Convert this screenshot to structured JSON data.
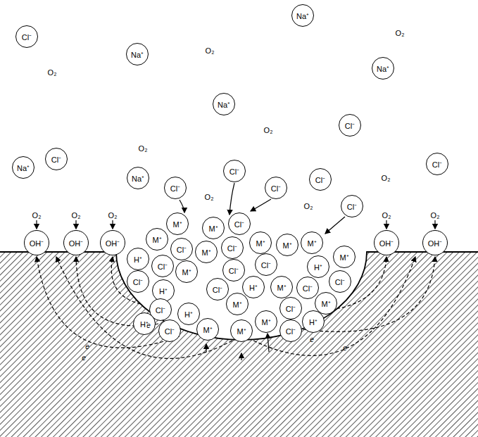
{
  "diagram": {
    "nodes": [
      {
        "text": [
          "Na⁺"
        ]
      },
      {
        "text": [
          "Cl⁻"
        ]
      },
      {
        "text": [
          "Na⁺"
        ]
      },
      {
        "text": [
          "Na⁺"
        ]
      },
      {
        "text": [
          "Na⁺"
        ]
      },
      {
        "text": [
          "Cl⁻"
        ]
      },
      {
        "text": [
          "Cl⁻"
        ]
      },
      {
        "text": [
          "Cl⁻"
        ]
      },
      {
        "text": [
          "Na⁺"
        ]
      },
      {
        "text": [
          "Na⁺"
        ]
      },
      {
        "text": [
          "Cl⁻"
        ]
      },
      {
        "text": [
          "Cl⁻"
        ]
      },
      {
        "text": [
          "Cl⁻"
        ]
      },
      {
        "text": [
          "Cl⁻"
        ]
      },
      {
        "text": [
          "Cl⁻"
        ]
      },
      {
        "text": [
          "OH⁻"
        ]
      },
      {
        "text": [
          "OH⁻"
        ]
      },
      {
        "text": [
          "OH⁻"
        ]
      },
      {
        "text": [
          "OH⁻"
        ]
      },
      {
        "text": [
          "OH⁻"
        ]
      },
      {
        "text": [
          "M⁺"
        ]
      },
      {
        "text": [
          "M⁺"
        ]
      },
      {
        "text": [
          "Cl⁻"
        ]
      },
      {
        "text": [
          "M⁺"
        ]
      },
      {
        "text": [
          "Cl⁻"
        ]
      },
      {
        "text": [
          "M⁺"
        ]
      },
      {
        "text": [
          "Cl⁻"
        ]
      },
      {
        "text": [
          "M⁺"
        ]
      },
      {
        "text": [
          "M⁺"
        ]
      },
      {
        "text": [
          "M⁺"
        ]
      },
      {
        "text": [
          "M⁺"
        ]
      },
      {
        "text": [
          "H⁺"
        ]
      },
      {
        "text": [
          "Cl⁻"
        ]
      },
      {
        "text": [
          "M⁺"
        ]
      },
      {
        "text": [
          "Cl⁻"
        ]
      },
      {
        "text": [
          "Cl⁻"
        ]
      },
      {
        "text": [
          "H⁺"
        ]
      },
      {
        "text": [
          "Cl⁻"
        ]
      },
      {
        "text": [
          "H⁺"
        ]
      },
      {
        "text": [
          "Cl⁻"
        ]
      },
      {
        "text": [
          "H⁺"
        ]
      },
      {
        "text": [
          "M⁺"
        ]
      },
      {
        "text": [
          "Cl⁻"
        ]
      },
      {
        "text": [
          "Cl⁻"
        ]
      },
      {
        "text": [
          "Cl⁻"
        ]
      },
      {
        "text": [
          "H⁺"
        ]
      },
      {
        "text": [
          "M⁺"
        ]
      },
      {
        "text": [
          "Cl⁻"
        ]
      },
      {
        "text": [
          "M⁺"
        ]
      },
      {
        "text": [
          "H⁺"
        ]
      },
      {
        "text": [
          "Cl⁻"
        ]
      },
      {
        "text": [
          "M⁺"
        ]
      },
      {
        "text": [
          "M⁺"
        ]
      },
      {
        "text": [
          "Cl⁻"
        ]
      },
      {
        "text": [
          "H⁺"
        ]
      },
      {
        "text": [
          "M⁺"
        ]
      }
    ],
    "labels": [
      "O₂",
      "O₂",
      "O₂",
      "O₂",
      "O₂",
      "O₂",
      "O₂",
      "O₂",
      "O₂",
      "O₂",
      "O₂",
      "O₂",
      "O₂",
      "e",
      "e",
      "e",
      "e",
      "e"
    ]
  }
}
